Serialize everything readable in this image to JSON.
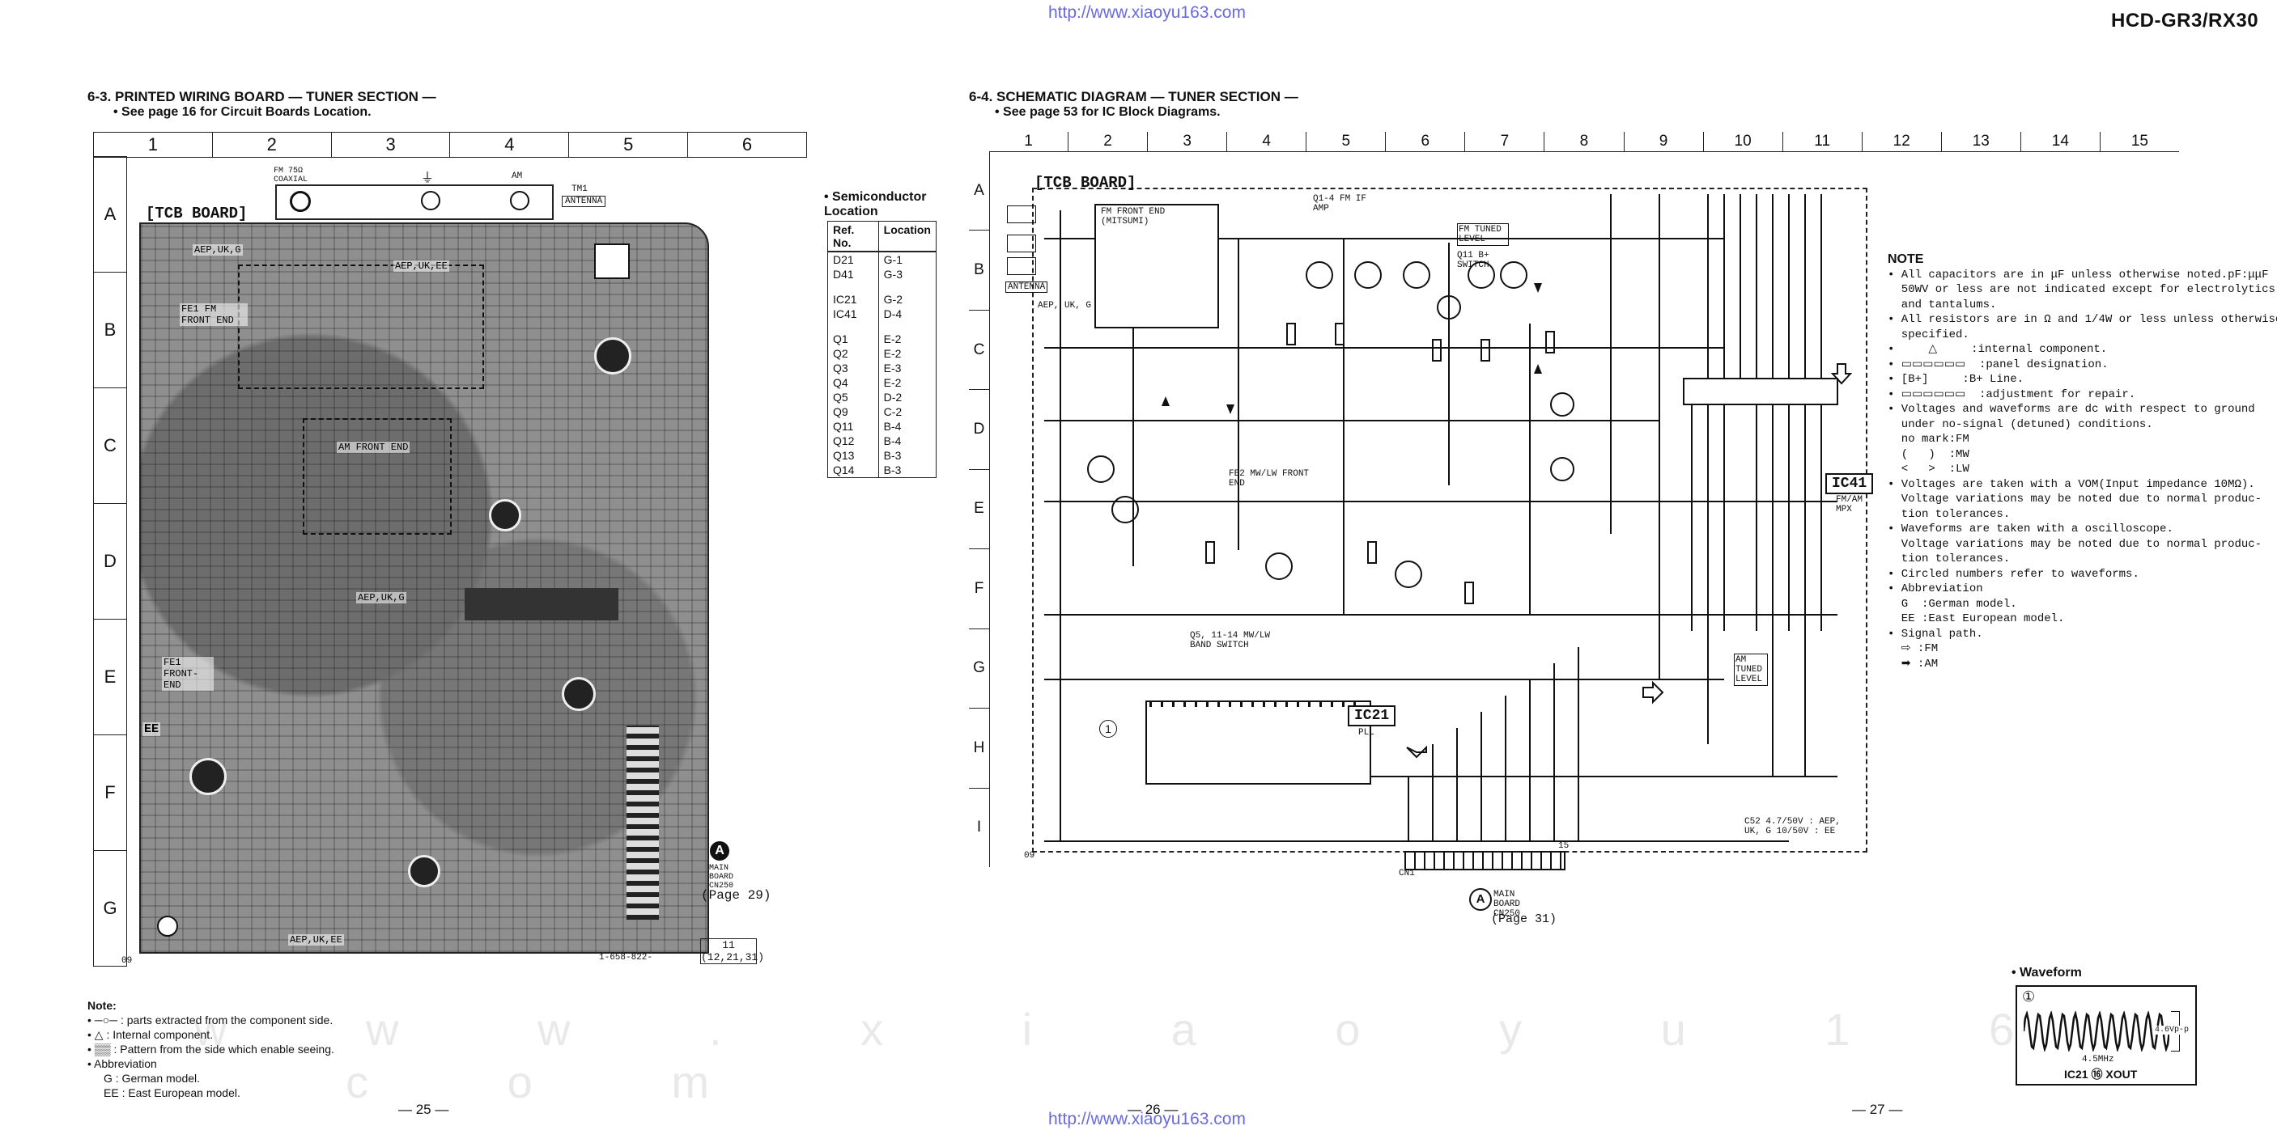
{
  "header": {
    "url_top": "http://www.xiaoyu163.com",
    "url_bottom": "http://www.xiaoyu163.com",
    "model": "HCD-GR3/RX30",
    "watermark": "w w w . x i a o y u 1 6 3 . c o m"
  },
  "wiring": {
    "title": "6-3. PRINTED WIRING BOARD — TUNER SECTION —",
    "subtitle": "• See page 16 for Circuit Boards Location.",
    "columns": [
      "1",
      "2",
      "3",
      "4",
      "5",
      "6"
    ],
    "rows": [
      "A",
      "B",
      "C",
      "D",
      "E",
      "F",
      "G"
    ],
    "board_tag": "[TCB BOARD]",
    "labels": {
      "fm_coaxial": "FM 75Ω COAXIAL",
      "ground": "⏚",
      "am": "AM",
      "tm1": "TM1",
      "antenna": "ANTENNA",
      "aep_uk_g": "AEP,UK,G",
      "aep_uk_ee": "AEP,UK,EE",
      "fe1": "FE1 FM FRONT END",
      "am_front_end": "AM FRONT END",
      "fe1b": "FE1 FRONT-END",
      "ee": "EE",
      "aep_uk_g2": "AEP,UK,G",
      "aep_uk_ee2": "AEP,UK,EE",
      "main_board": "MAIN BOARD CN250",
      "page_ref": "(Page 29)",
      "ref_box": "11 (12,21,31)",
      "part_no": "1-658-822-",
      "corner": "09",
      "circle_a": "A"
    }
  },
  "semiconductor": {
    "title": "• Semiconductor Location",
    "headers": [
      "Ref. No.",
      "Location"
    ],
    "groups": [
      [
        [
          "D21",
          "G-1"
        ],
        [
          "D41",
          "G-3"
        ]
      ],
      [
        [
          "IC21",
          "G-2"
        ],
        [
          "IC41",
          "D-4"
        ]
      ],
      [
        [
          "Q1",
          "E-2"
        ],
        [
          "Q2",
          "E-2"
        ],
        [
          "Q3",
          "E-3"
        ],
        [
          "Q4",
          "E-2"
        ],
        [
          "Q5",
          "D-2"
        ],
        [
          "Q9",
          "C-2"
        ],
        [
          "Q11",
          "B-4"
        ],
        [
          "Q12",
          "B-4"
        ],
        [
          "Q13",
          "B-3"
        ],
        [
          "Q14",
          "B-3"
        ]
      ]
    ]
  },
  "left_notes": {
    "title": "Note:",
    "items": [
      "• ─○─ : parts extracted from the component side.",
      "• △ : Internal component.",
      "• ▒▒ : Pattern from the side which enable seeing.",
      "• Abbreviation",
      "G : German model.",
      "EE : East European model."
    ],
    "page": "— 25 —"
  },
  "schematic": {
    "title": "6-4. SCHEMATIC DIAGRAM — TUNER SECTION —",
    "subtitle": "• See page 53 for IC Block Diagrams.",
    "columns": [
      "1",
      "2",
      "3",
      "4",
      "5",
      "6",
      "7",
      "8",
      "9",
      "10",
      "11",
      "12",
      "13",
      "14",
      "15"
    ],
    "rows": [
      "A",
      "B",
      "C",
      "D",
      "E",
      "F",
      "G",
      "H",
      "I"
    ],
    "board_tag": "[TCB BOARD]",
    "labels": {
      "fm_front_end": "FM FRONT END (MITSUMI)",
      "q1_4": "Q1-4 FM IF AMP",
      "fm_tuned": "FM TUNED LEVEL",
      "b_switch": "Q11 B+ SWITCH",
      "ic41": "IC41",
      "ic41_sub": "FM/AM MPX",
      "ic21": "IC21",
      "ic21_sub": "PLL",
      "mw_front": "FE2 MW/LW FRONT END",
      "band_switch": "Q5, 11-14 MW/LW BAND SWITCH",
      "am_tuned": "AM TUNED LEVEL",
      "main_board": "MAIN BOARD CN250",
      "page_ref": "(Page 31)",
      "circle_a": "A",
      "cn_label": "CN1",
      "pin15": "15",
      "corner": "09",
      "aep": "AEP, UK, G",
      "antenna": "ANTENNA",
      "c52": "C52 4.7/50V : AEP, UK, G 10/50V : EE"
    }
  },
  "right_notes": {
    "title": "NOTE",
    "items": [
      "• All capacitors are in μF unless otherwise noted.pF:μμF",
      "  50WV or less are not indicated except for electrolytics",
      "  and tantalums.",
      "• All resistors are in Ω and 1/4W or less unless otherwise",
      "  specified.",
      "•     △     :internal component.",
      "• ▭▭▭▭▭▭  :panel designation.",
      "• [B+]     :B+ Line.",
      "• ▭▭▭▭▭▭  :adjustment for repair.",
      "• Voltages and waveforms are dc with respect to ground",
      "  under no-signal (detuned) conditions.",
      "  no mark:FM",
      "  (   )  :MW",
      "  <   >  :LW",
      "• Voltages are taken with a VOM(Input impedance 10MΩ).",
      "  Voltage variations may be noted due to normal produc-",
      "  tion tolerances.",
      "• Waveforms are taken with a oscilloscope.",
      "  Voltage variations may be noted due to normal produc-",
      "  tion tolerances.",
      "• Circled numbers refer to waveforms.",
      "• Abbreviation",
      "  G  :German model.",
      "  EE :East European model.",
      "• Signal path.",
      "  ⇨ :FM",
      "  ➡ :AM"
    ]
  },
  "waveform": {
    "title": "• Waveform",
    "num": "①",
    "amplitude": "4.6Vp-p",
    "freq": "4.5MHz",
    "caption": "IC21 ⑯ XOUT"
  },
  "pages": {
    "p26": "— 26 —",
    "p27": "— 27 —"
  }
}
